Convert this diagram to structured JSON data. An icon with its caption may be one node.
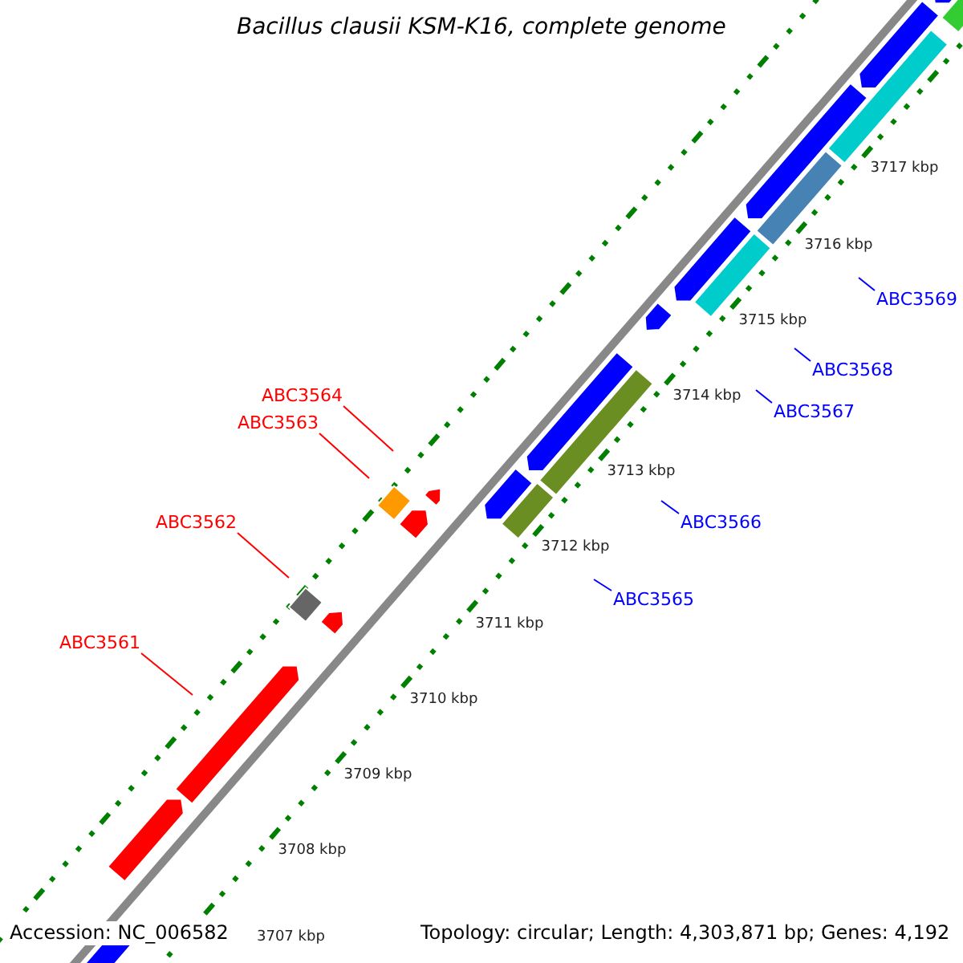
{
  "diagram": {
    "title": "Bacillus clausii KSM-K16, complete genome",
    "nodes": [
      {
        "text": [
          "ABC3569"
        ]
      },
      {
        "text": [
          "ABC3568"
        ]
      },
      {
        "text": [
          "ABC3564"
        ]
      },
      {
        "text": [
          "ABC3567"
        ]
      },
      {
        "text": [
          "ABC3563"
        ]
      },
      {
        "text": [
          "ABC3566"
        ]
      },
      {
        "text": [
          "ABC3562"
        ]
      },
      {
        "text": [
          "ABC3565"
        ]
      },
      {
        "text": [
          "ABC3561"
        ]
      }
    ],
    "edges": [
      {
        "from": 0,
        "to": null,
        "arrow": "none"
      },
      {
        "from": 1,
        "to": null,
        "arrow": "none"
      },
      {
        "from": 2,
        "to": null,
        "arrow": "none",
        "color": "#ff0000"
      },
      {
        "from": 3,
        "to": null,
        "arrow": "none"
      },
      {
        "from": 4,
        "to": null,
        "arrow": "none",
        "color": "#ff0000"
      },
      {
        "from": 5,
        "to": null,
        "arrow": "none"
      },
      {
        "from": 6,
        "to": null,
        "arrow": "none",
        "color": "#ff0000"
      },
      {
        "from": 7,
        "to": null,
        "arrow": "none"
      },
      {
        "from": 8,
        "to": null,
        "arrow": "none",
        "color": "#ff0000"
      }
    ],
    "labels": [
      "3717 kbp",
      "3716 kbp",
      "3715 kbp",
      "3714 kbp",
      "3713 kbp",
      "3712 kbp",
      "3711 kbp",
      "3710 kbp",
      "3709 kbp",
      "3708 kbp",
      "Accession: NC_006582",
      "3707 kbp",
      "Topology: circular; Length: 4,303,871 bp; Genes: 4,192"
    ]
  }
}
